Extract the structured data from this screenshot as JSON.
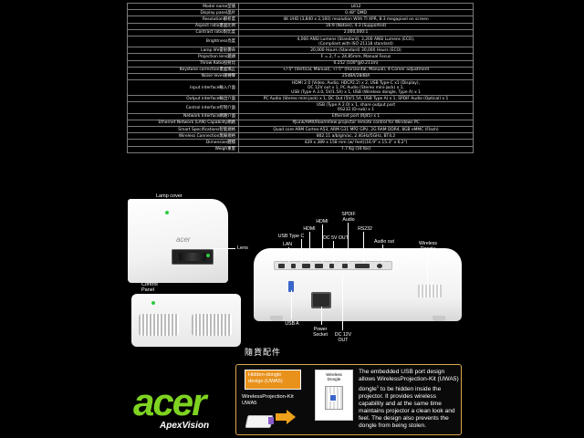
{
  "specs": [
    {
      "label": "Model name型號",
      "value": "L812"
    },
    {
      "label": "Display panel晶片",
      "value": "0.48\" DMD"
    },
    {
      "label": "Resolution解析度",
      "value": "4K UHD (3,840 x 2,160) resolution With TI XPR, 8.3 megapixel on screen"
    },
    {
      "label": "Aspect ratio畫面比例",
      "value": "16:9 (Native), 4:3 (Supported)"
    },
    {
      "label": "Contrast ratio對比度",
      "value": "2,000,000:1"
    },
    {
      "label": "Brightness亮度",
      "value": "4,000 ANSI Lumens (Standard), 3,200 ANSI Lumens (ECO),\n(Compliant with ISO 21118 standard)"
    },
    {
      "label": "Lamp life雷射壽命",
      "value": "20,000 Hours (Standard) 30,000 Hours (ECO)"
    },
    {
      "label": "Projection lens鏡頭",
      "value": "F = 2, f = 24.85mm, Manual Focus"
    },
    {
      "label": "Throw Ratio投射比",
      "value": "0.252 (100\"@0.211m)"
    },
    {
      "label": "Keystone correction畫面矯正",
      "value": "+/-5° (Vertical, Manual), +/-5° (Horizontal, Manual), 4-Corner adjustment"
    },
    {
      "label": "Noise level運轉聲",
      "value": "25dBA/28dBA"
    },
    {
      "label": "Input interface輸入介面",
      "value": "HDMI 2.0 (Video, Audio, HDCP2.2) x 2, USB Type-C x1 (Display),\nDC 12V out x 1,  PC Audio (Stereo mini-jack) x 1,\nUSB (Type A 3.0, 5V/1.5A) x 1, USB (Wireless dongle, Type A) x 1"
    },
    {
      "label": "Output interface輸出介面",
      "value": "PC Audio (Stereo mini-jack) x 1, DC Out (5V/1.5A, USB Type A) x 1, SPDIF Audio (Optical) x 1"
    },
    {
      "label": "Control interface控制介面",
      "value": "USB (Type A 2.0) x 1, share output port\nRS232 (D-sub) x 1"
    },
    {
      "label": "Network Interface網路介面",
      "value": "Ethernet port (RJ45) x 1"
    },
    {
      "label": "Ethernet Network (LAN) Capability網路",
      "value": "PJLink/AMX/RoomView projector remote control for Windows PC"
    },
    {
      "label": "Smart Specifications智能規格",
      "value": "Quad core ARM Cortex-A53,  ARM G31 MP2 GPU,  2G RAM DDR4, 8GB eMMC (Flash)"
    },
    {
      "label": "Wireless Connection無線規格",
      "value": "802.11 a/b/g/n/ac, 2.4GHz/5GHz, BT4.2"
    },
    {
      "label": "Dimension體積",
      "value": "429 x 389 x 158 mm   (w/ feet)(16.9\" x 15.3\" x 6.2\")"
    },
    {
      "label": "Weigh重量",
      "value": "7.7 Kg (16 lbs)"
    }
  ],
  "photos": {
    "lamp_cover": "Lamp cover",
    "lens": "Lens",
    "control_panel": "Control\nPanel",
    "top_logo": "acer"
  },
  "rear_labels": {
    "usb_type_c": "USB Type C",
    "lan": "LAN",
    "hdmi_a": "HDMI",
    "hdmi_b": "HDMI",
    "dc_5v_out": "DC 5V OUT",
    "spdif": "SPDIF\nAudio",
    "rs232": "RS232",
    "audio_out": "Audio out",
    "wireless_dongle": "Wireless\nDongle",
    "usb_a": "USB A",
    "power_socket": "Power\nSocket",
    "dc_12v_out": "DC 12V\nOUT"
  },
  "accessories": {
    "title": "隨貨配件",
    "hidden_tag": "Hidden-dongle\ndesign (UWA5)",
    "kit_label": "WirelessProjection-Kit\nUWA5",
    "card_label": "Wireless\nDongle",
    "description_before": "The embedded USB port design allows WirelessProjection-Kit (UWA5) dongle",
    "description_sup": "1",
    "description_after": " to be hidden inside the projector. It provides wireless capability and at the same time maintains projector a clean look and feel. The design also prevents the dongle from being stolen."
  },
  "brand": {
    "logo": "acer",
    "sub": "ApexVision"
  },
  "colors": {
    "accent_green": "#7ed321",
    "accent_orange": "#e8921c",
    "background": "#000000"
  }
}
